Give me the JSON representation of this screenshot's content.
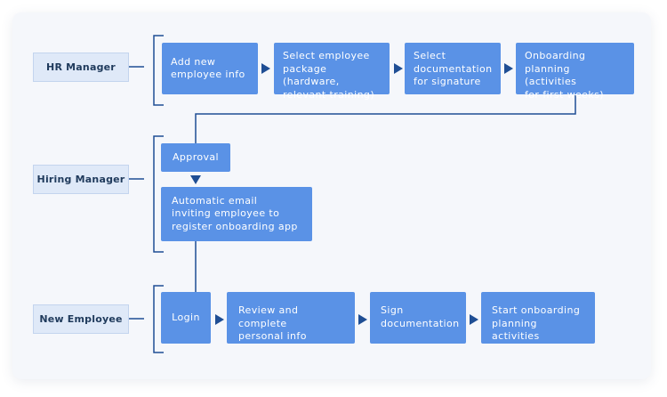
{
  "colors": {
    "box": "#5a92e6",
    "lane": "#dfe9f8",
    "connector": "#1f4e94",
    "background": "#f5f7fb"
  },
  "lanes": {
    "hr": "HR Manager",
    "hiring": "Hiring Manager",
    "employee": "New Employee"
  },
  "steps": {
    "add_info": "Add new\nemployee info",
    "select_package": "Select employee\npackage (hardware,\nrelevant training)",
    "select_docs": "Select\ndocumentation\nfor signature",
    "onboarding_planning": "Onboarding\nplanning (activities\nfor first weeks)",
    "approval": "Approval",
    "auto_email": "Automatic email\ninviting employee to\nregister onboarding app",
    "login": "Login",
    "review_info": "Review and complete\npersonal info",
    "sign_docs": "Sign\ndocumentation",
    "start_activities": "Start onboarding\nplanning activities"
  }
}
